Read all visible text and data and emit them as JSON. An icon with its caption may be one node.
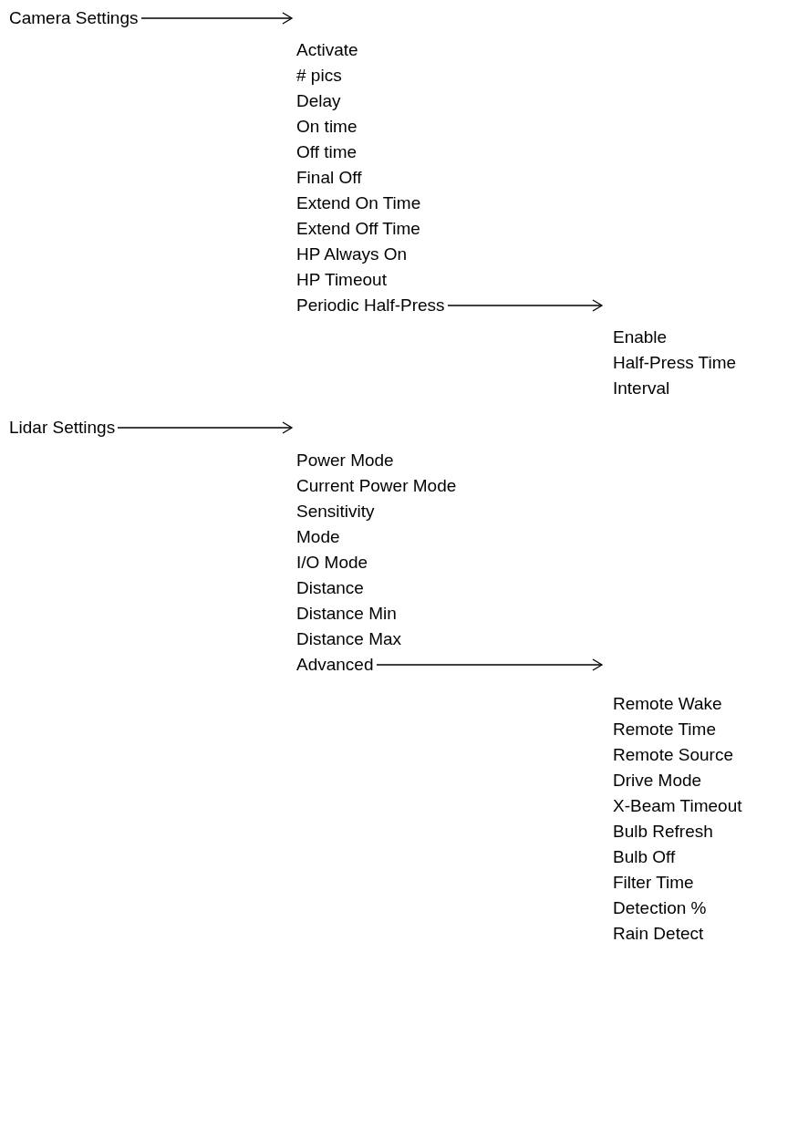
{
  "diagram": {
    "nodes": [
      {
        "text": [
          "Camera Settings"
        ]
      },
      {
        "text": [
          "Periodic Half-Press"
        ]
      },
      {
        "text": [
          "Lidar Settings"
        ]
      },
      {
        "text": [
          "Advanced"
        ]
      }
    ],
    "edges": [
      {
        "from": 0,
        "to": null,
        "arrow": "to"
      },
      {
        "from": 1,
        "to": null,
        "arrow": "to"
      },
      {
        "from": 2,
        "to": null,
        "arrow": "to"
      },
      {
        "from": 3,
        "to": null,
        "arrow": "to"
      }
    ],
    "labels": [
      "Activate",
      "# pics",
      "Delay",
      "On time",
      "Off time",
      "Final Off",
      "Extend On Time",
      "Extend Off Time",
      "HP Always On",
      "HP Timeout",
      "Enable",
      "Half-Press Time",
      "Interval",
      "Power Mode",
      "Current Power Mode",
      "Sensitivity",
      "Mode",
      "I/O Mode",
      "Distance",
      "Distance Min",
      "Distance Max",
      "Remote Wake",
      "Remote Time",
      "Remote Source",
      "Drive Mode",
      "X-Beam Timeout",
      "Bulb Refresh",
      "Bulb Off",
      "Filter Time",
      "Detection %",
      "Rain Detect"
    ]
  }
}
